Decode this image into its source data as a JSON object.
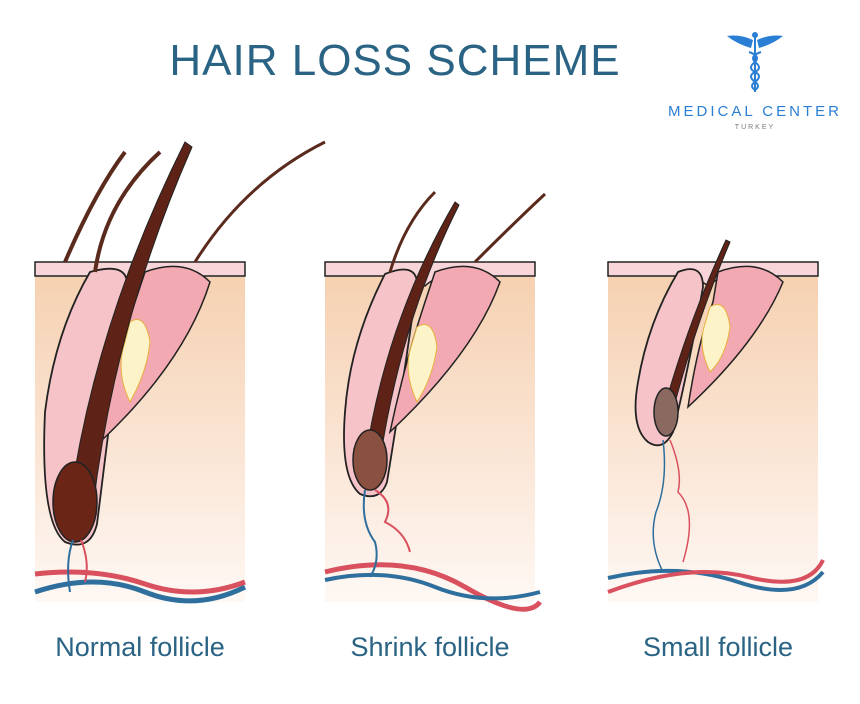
{
  "title": "HAIR LOSS SCHEME",
  "logo": {
    "name": "MEDICAL CENTER",
    "subtitle": "TURKEY",
    "icon": "caduceus-icon"
  },
  "panels": [
    {
      "label": "Normal follicle"
    },
    {
      "label": "Shrink follicle"
    },
    {
      "label": "Small follicle"
    }
  ],
  "colors": {
    "title": "#2a6384",
    "logo": "#2a7fd4",
    "skin": "#f6d3b4",
    "follicle": "#f4b8bd",
    "hair": "#5e2316",
    "artery": "#d9505e",
    "vein": "#2f6f9e"
  }
}
